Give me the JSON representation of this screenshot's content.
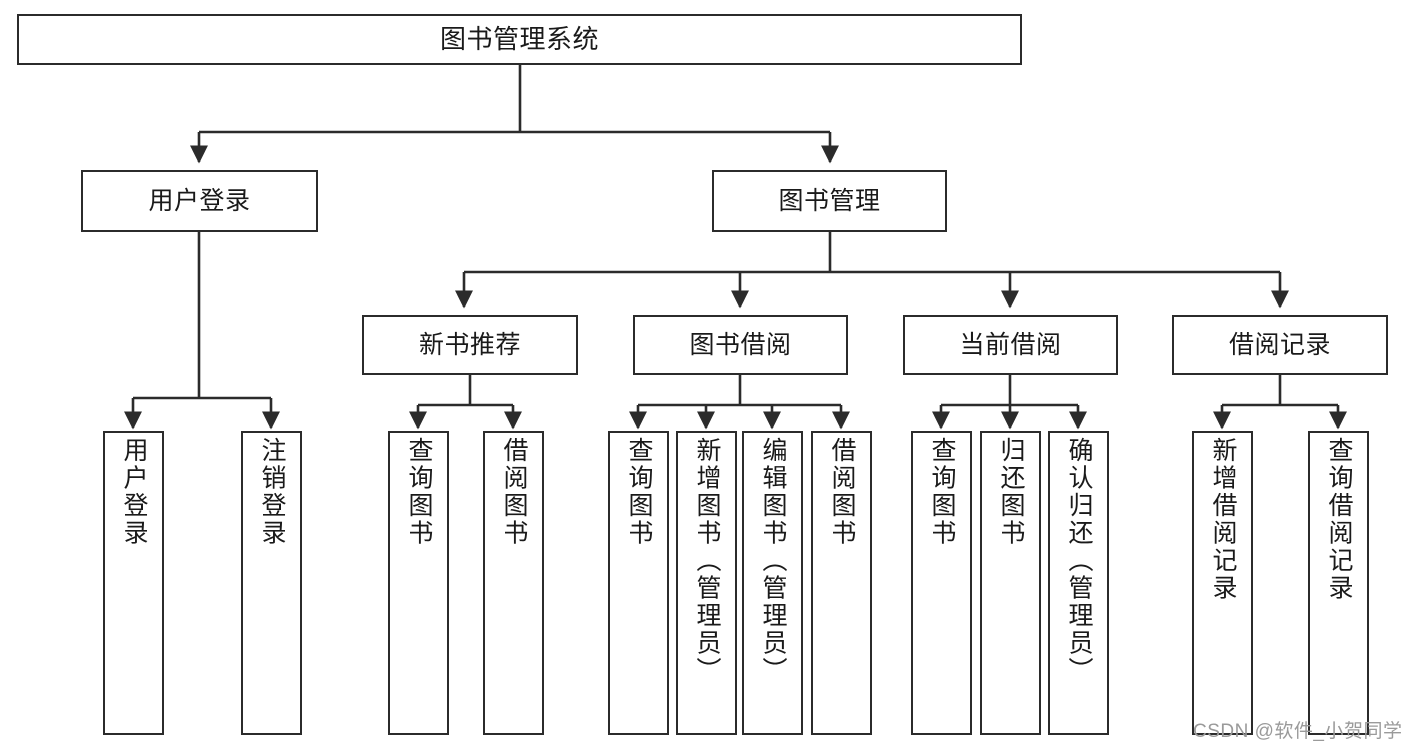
{
  "diagram": {
    "title_text": "图书管理系统",
    "watermark": "CSDN @软件_小贺同学",
    "colors": {
      "stroke": "#2b2b2b",
      "fill": "#ffffff",
      "text": "#1a1a1a",
      "watermark": "#9a9a9a"
    },
    "nodes": {
      "root": {
        "label": "图书管理系统"
      },
      "level2": [
        {
          "id": "user-login",
          "label": "用户登录"
        },
        {
          "id": "book-management",
          "label": "图书管理"
        }
      ],
      "level3": [
        {
          "id": "new-book-recommend",
          "label": "新书推荐"
        },
        {
          "id": "book-borrow",
          "label": "图书借阅"
        },
        {
          "id": "current-borrow",
          "label": "当前借阅"
        },
        {
          "id": "borrow-record",
          "label": "借阅记录"
        }
      ],
      "leaves": {
        "user_login": [
          {
            "id": "leaf-user-login",
            "label": "用户登录"
          },
          {
            "id": "leaf-logout-login",
            "label": "注销登录"
          }
        ],
        "new_book_recommend": [
          {
            "id": "leaf-query-book-1",
            "label": "查询图书"
          },
          {
            "id": "leaf-borrow-book-1",
            "label": "借阅图书"
          }
        ],
        "book_borrow": [
          {
            "id": "leaf-query-book-2",
            "label": "查询图书"
          },
          {
            "id": "leaf-add-book",
            "label": "新增图书（管理员）"
          },
          {
            "id": "leaf-edit-book",
            "label": "编辑图书（管理员）"
          },
          {
            "id": "leaf-borrow-book-2",
            "label": "借阅图书"
          }
        ],
        "current_borrow": [
          {
            "id": "leaf-query-book-3",
            "label": "查询图书"
          },
          {
            "id": "leaf-return-book",
            "label": "归还图书"
          },
          {
            "id": "leaf-confirm-return",
            "label": "确认归还（管理员）"
          }
        ],
        "borrow_record": [
          {
            "id": "leaf-add-record",
            "label": "新增借阅记录"
          },
          {
            "id": "leaf-query-record",
            "label": "查询借阅记录"
          }
        ]
      }
    }
  }
}
